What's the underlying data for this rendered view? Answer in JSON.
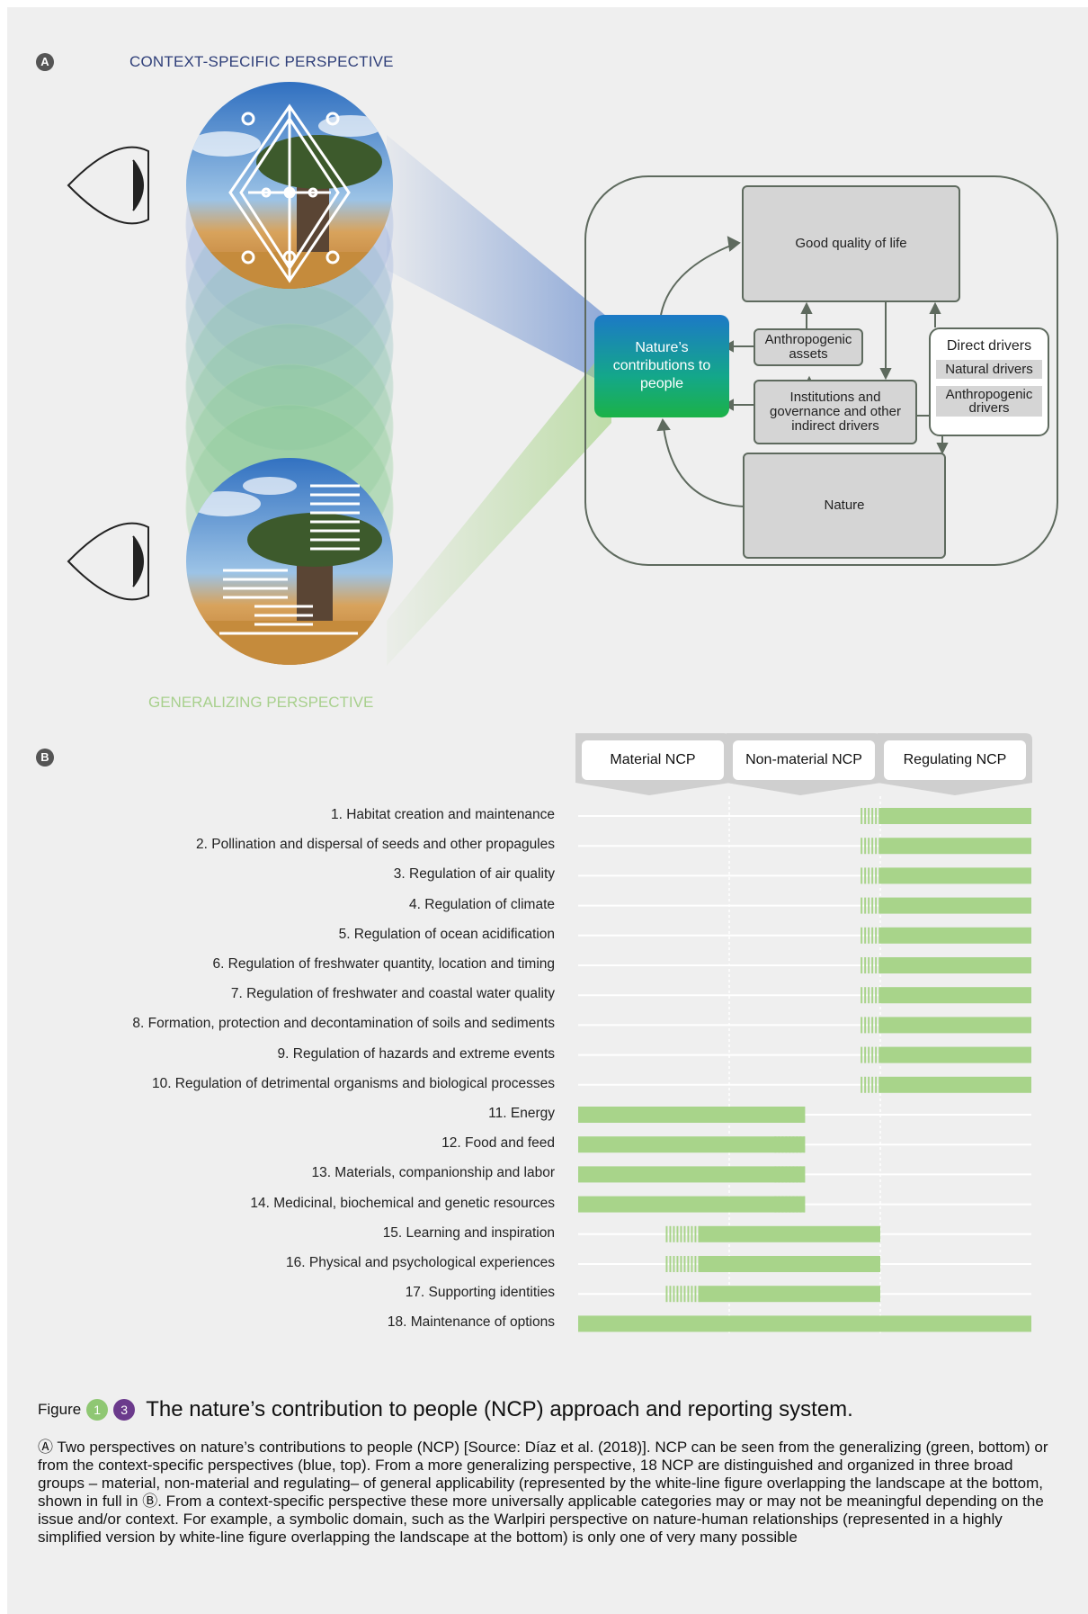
{
  "panel_a": {
    "badge": "A",
    "top_label": "CONTEXT-SPECIFIC PERSPECTIVE",
    "bottom_label": "GENERALIZING PERSPECTIVE"
  },
  "diagram": {
    "good_quality": "Good quality of life",
    "ncp": "Nature’s contributions to people",
    "anthropogenic_assets": "Anthropogenic assets",
    "institutions": "Institutions and governance and other indirect drivers",
    "direct_drivers": "Direct drivers",
    "natural_drivers": "Natural drivers",
    "anthropogenic_drivers": "Anthropogenic drivers",
    "nature": "Nature"
  },
  "panel_b": {
    "badge": "B",
    "tabs": [
      "Material NCP",
      "Non-material NCP",
      "Regulating NCP"
    ]
  },
  "chart_data": {
    "type": "bar",
    "categories": [
      "1. Habitat creation and maintenance",
      "2. Pollination and dispersal of seeds and other propagules",
      "3. Regulation of air quality",
      "4. Regulation of climate",
      "5. Regulation of ocean acidification",
      "6. Regulation of freshwater quantity, location and timing",
      "7. Regulation of freshwater and coastal water quality",
      "8. Formation, protection and decontamination of soils and sediments",
      "9. Regulation of hazards and extreme events",
      "10. Regulation of detrimental organisms and biological processes",
      "11. Energy",
      "12. Food and feed",
      "13. Materials, companionship and labor",
      "14. Medicinal, biochemical and genetic resources",
      "15. Learning and inspiration",
      "16. Physical and psychological experiences",
      "17. Supporting identities",
      "18. Maintenance of options"
    ],
    "groups": [
      "Material NCP",
      "Non-material NCP",
      "Regulating NCP"
    ],
    "ranges": [
      [
        2.0,
        3.0,
        1.9
      ],
      [
        2.0,
        3.0,
        1.9
      ],
      [
        2.0,
        3.0,
        1.9
      ],
      [
        2.0,
        3.0,
        1.9
      ],
      [
        2.0,
        3.0,
        1.9
      ],
      [
        2.0,
        3.0,
        1.9
      ],
      [
        2.0,
        3.0,
        1.9
      ],
      [
        2.0,
        3.0,
        1.9
      ],
      [
        2.0,
        3.0,
        1.9
      ],
      [
        2.0,
        3.0,
        1.9
      ],
      [
        0.0,
        1.5,
        1.5
      ],
      [
        0.0,
        1.5,
        1.5
      ],
      [
        0.0,
        1.5,
        1.5
      ],
      [
        0.0,
        1.5,
        1.5
      ],
      [
        0.8,
        2.0,
        0.65
      ],
      [
        0.8,
        2.0,
        0.65
      ],
      [
        0.8,
        2.0,
        0.65
      ],
      [
        0.0,
        3.0,
        null
      ]
    ],
    "bar_color": "#a8d48a"
  },
  "caption": {
    "figure_word": "Figure",
    "badge1": "1",
    "badge2": "3",
    "title": "The nature’s contribution to people (NCP) approach and reporting system.",
    "text": "Ⓐ Two perspectives on nature’s contributions to people (NCP) [Source: Díaz et al. (2018)]. NCP can be seen from the generalizing (green, bottom) or from the context-specific perspectives (blue, top). From a more generalizing perspective, 18 NCP are distinguished and organized in three broad groups – material, non-material and regulating– of general applicability (represented by the white-line figure overlapping the landscape at the bottom, shown in full in Ⓑ. From a context-specific perspective these more universally applicable categories may or may not be meaningful depending on the issue and/or context. For example, a symbolic domain, such as the Warlpiri perspective on nature-human relationships (represented in a highly simplified version by white-line figure overlapping the landscape at the bottom) is only one of very many possible",
    "badge1_color": "#8fc773",
    "badge2_color": "#6b3a8c"
  }
}
